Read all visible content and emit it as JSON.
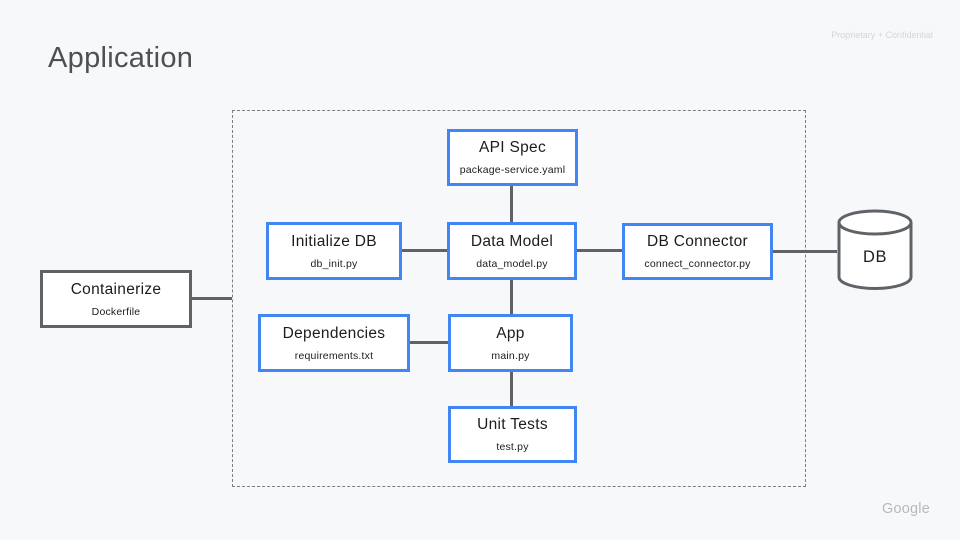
{
  "slide": {
    "title": "Application",
    "watermark": "Proprietary + Confidential",
    "brand": "Google"
  },
  "colors": {
    "background": "#f7f8fa",
    "node_accent_blue": "#4285f4",
    "node_border_gray": "#5f6368",
    "connector_gray": "#5f6368",
    "title_gray": "#4d5054"
  },
  "diagram": {
    "boundary": "application-dashed-container",
    "nodes": [
      {
        "id": "api-spec",
        "label": "API Spec",
        "file": "package-service.yaml",
        "variant": "blue"
      },
      {
        "id": "initialize-db",
        "label": "Initialize DB",
        "file": "db_init.py",
        "variant": "blue"
      },
      {
        "id": "data-model",
        "label": "Data Model",
        "file": "data_model.py",
        "variant": "blue"
      },
      {
        "id": "db-connector",
        "label": "DB Connector",
        "file": "connect_connector.py",
        "variant": "blue"
      },
      {
        "id": "containerize",
        "label": "Containerize",
        "file": "Dockerfile",
        "variant": "gray"
      },
      {
        "id": "dependencies",
        "label": "Dependencies",
        "file": "requirements.txt",
        "variant": "blue"
      },
      {
        "id": "app",
        "label": "App",
        "file": "main.py",
        "variant": "blue"
      },
      {
        "id": "unit-tests",
        "label": "Unit Tests",
        "file": "test.py",
        "variant": "blue"
      }
    ],
    "database": {
      "label": "DB"
    },
    "edges": [
      "api-spec -> data-model",
      "initialize-db -> data-model",
      "data-model -> db-connector",
      "db-connector -> db",
      "data-model -> app",
      "dependencies -> app",
      "app -> unit-tests",
      "containerize -> boundary"
    ]
  }
}
